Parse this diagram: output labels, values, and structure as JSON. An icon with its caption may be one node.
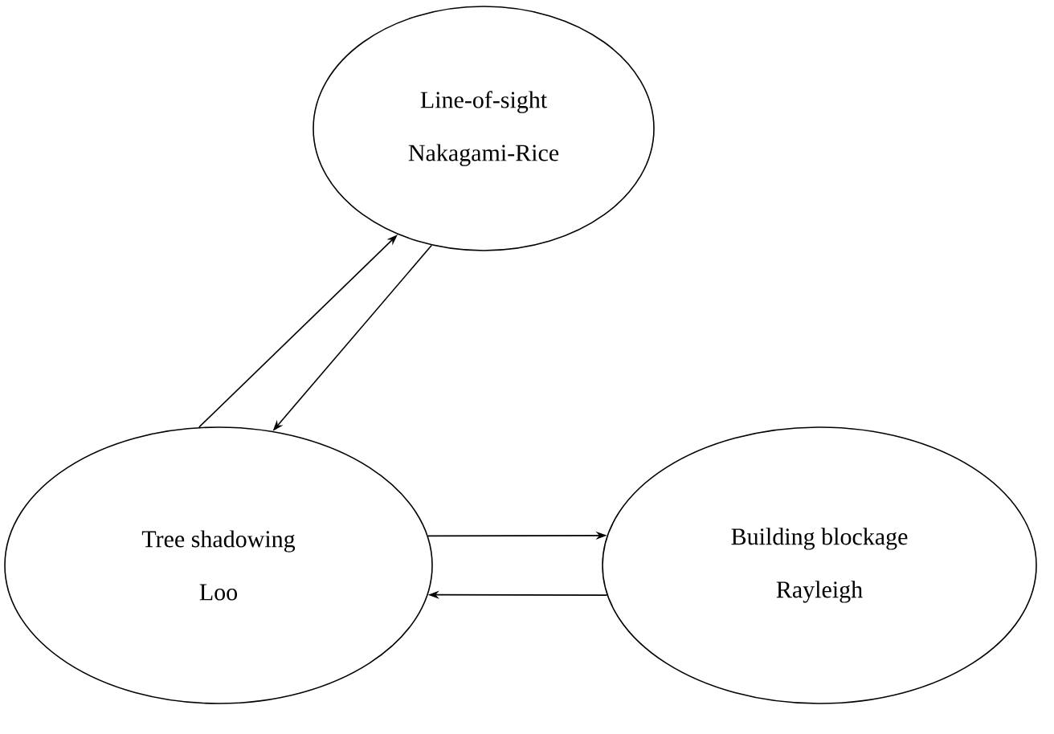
{
  "diagram": {
    "nodes": [
      {
        "text": [
          "Line-of-sight",
          "Nakagami-Rice"
        ]
      },
      {
        "text": [
          "Tree shadowing",
          "Loo"
        ]
      },
      {
        "text": [
          "Building blockage",
          "Rayleigh"
        ]
      }
    ],
    "edges": [
      {
        "from": 1,
        "to": 0,
        "arrow": "to"
      },
      {
        "from": 0,
        "to": 1,
        "arrow": "to"
      },
      {
        "from": 1,
        "to": 2,
        "arrow": "to"
      },
      {
        "from": 2,
        "to": 1,
        "arrow": "to"
      }
    ]
  }
}
